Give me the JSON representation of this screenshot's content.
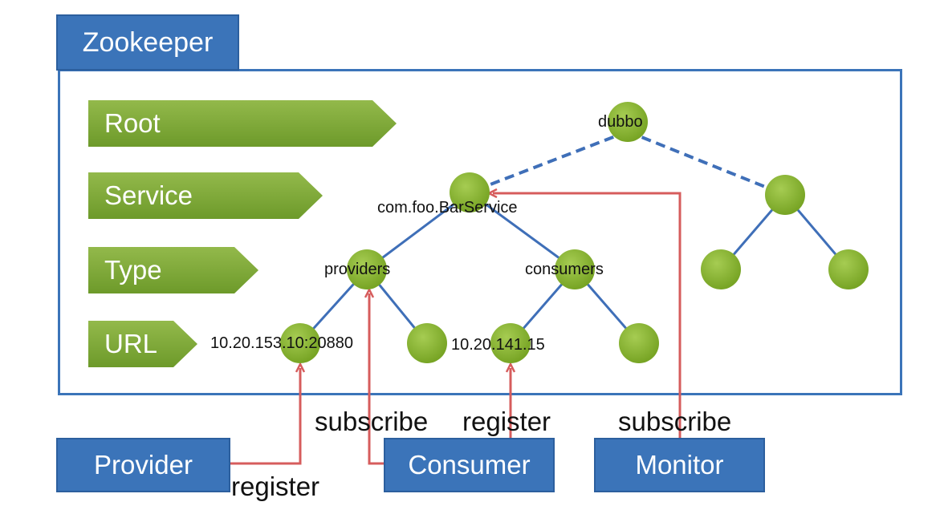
{
  "zookeeper": {
    "title": "Zookeeper"
  },
  "levels": {
    "root": "Root",
    "service": "Service",
    "type": "Type",
    "url": "URL"
  },
  "nodes": {
    "dubbo": "dubbo",
    "service": "com.foo.BarService",
    "providers": "providers",
    "consumers": "consumers",
    "provider_url": "10.20.153.10:20880",
    "consumer_url": "10.20.141.15"
  },
  "actors": {
    "provider": "Provider",
    "consumer": "Consumer",
    "monitor": "Monitor"
  },
  "actions": {
    "consumer_subscribe": "subscribe",
    "consumer_register": "register",
    "monitor_subscribe": "subscribe",
    "provider_register": "register"
  },
  "colors": {
    "frame_blue": "#3b74b9",
    "node_green": "#86b22f",
    "edge_blue": "#3f6fb8",
    "arrow_red": "#d65c5c"
  }
}
